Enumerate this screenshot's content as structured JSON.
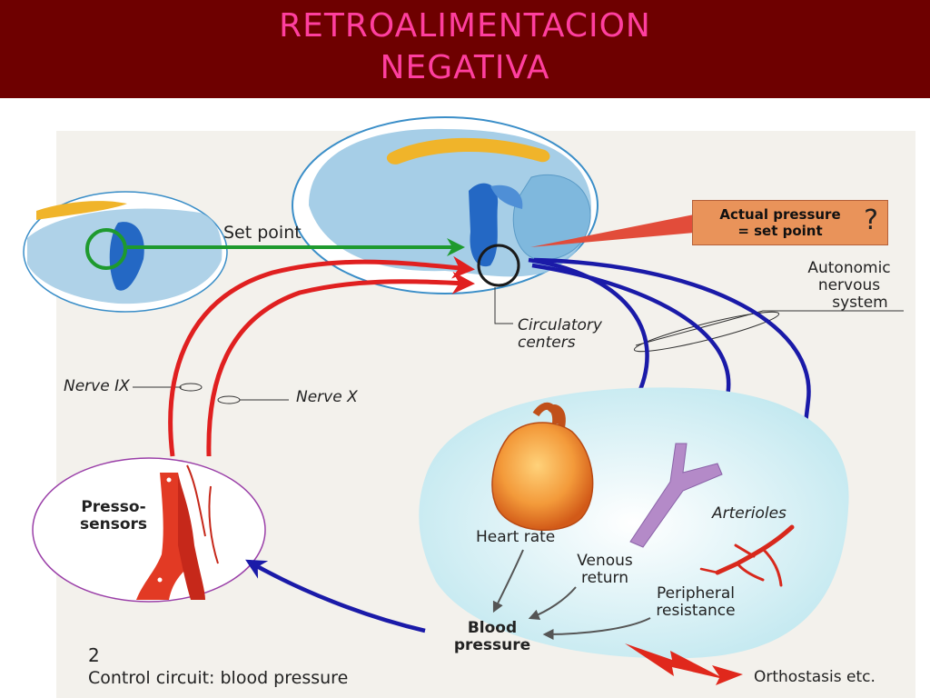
{
  "slide": {
    "title_line1": "RETROALIMENTACION",
    "title_line2": "NEGATIVA"
  },
  "diagram": {
    "set_point": "Set point",
    "actual_pressure_line1": "Actual pressure",
    "actual_pressure_line2": "= set point",
    "question_mark": "?",
    "autonomic_line1": "Autonomic",
    "autonomic_line2": "nervous",
    "autonomic_line3": "system",
    "circulatory_line1": "Circulatory",
    "circulatory_line2": "centers",
    "nerve_ix": "Nerve IX",
    "nerve_x": "Nerve X",
    "presso_line1": "Presso-",
    "presso_line2": "sensors",
    "heart_rate": "Heart rate",
    "arterioles": "Arterioles",
    "venous_line1": "Venous",
    "venous_line2": "return",
    "peripheral_line1": "Peripheral",
    "peripheral_line2": "resistance",
    "blood_line1": "Blood",
    "blood_line2": "pressure",
    "orthostasis": "Orthostasis etc.",
    "figure_number": "2",
    "caption": "Control circuit: blood pressure"
  },
  "colors": {
    "header_bg": "#6e0000",
    "title": "#ff3f9f",
    "afferent_arrows": "#e02020",
    "efferent_arrows": "#1a1aa8",
    "set_point_arrow": "#1e9a2e"
  }
}
